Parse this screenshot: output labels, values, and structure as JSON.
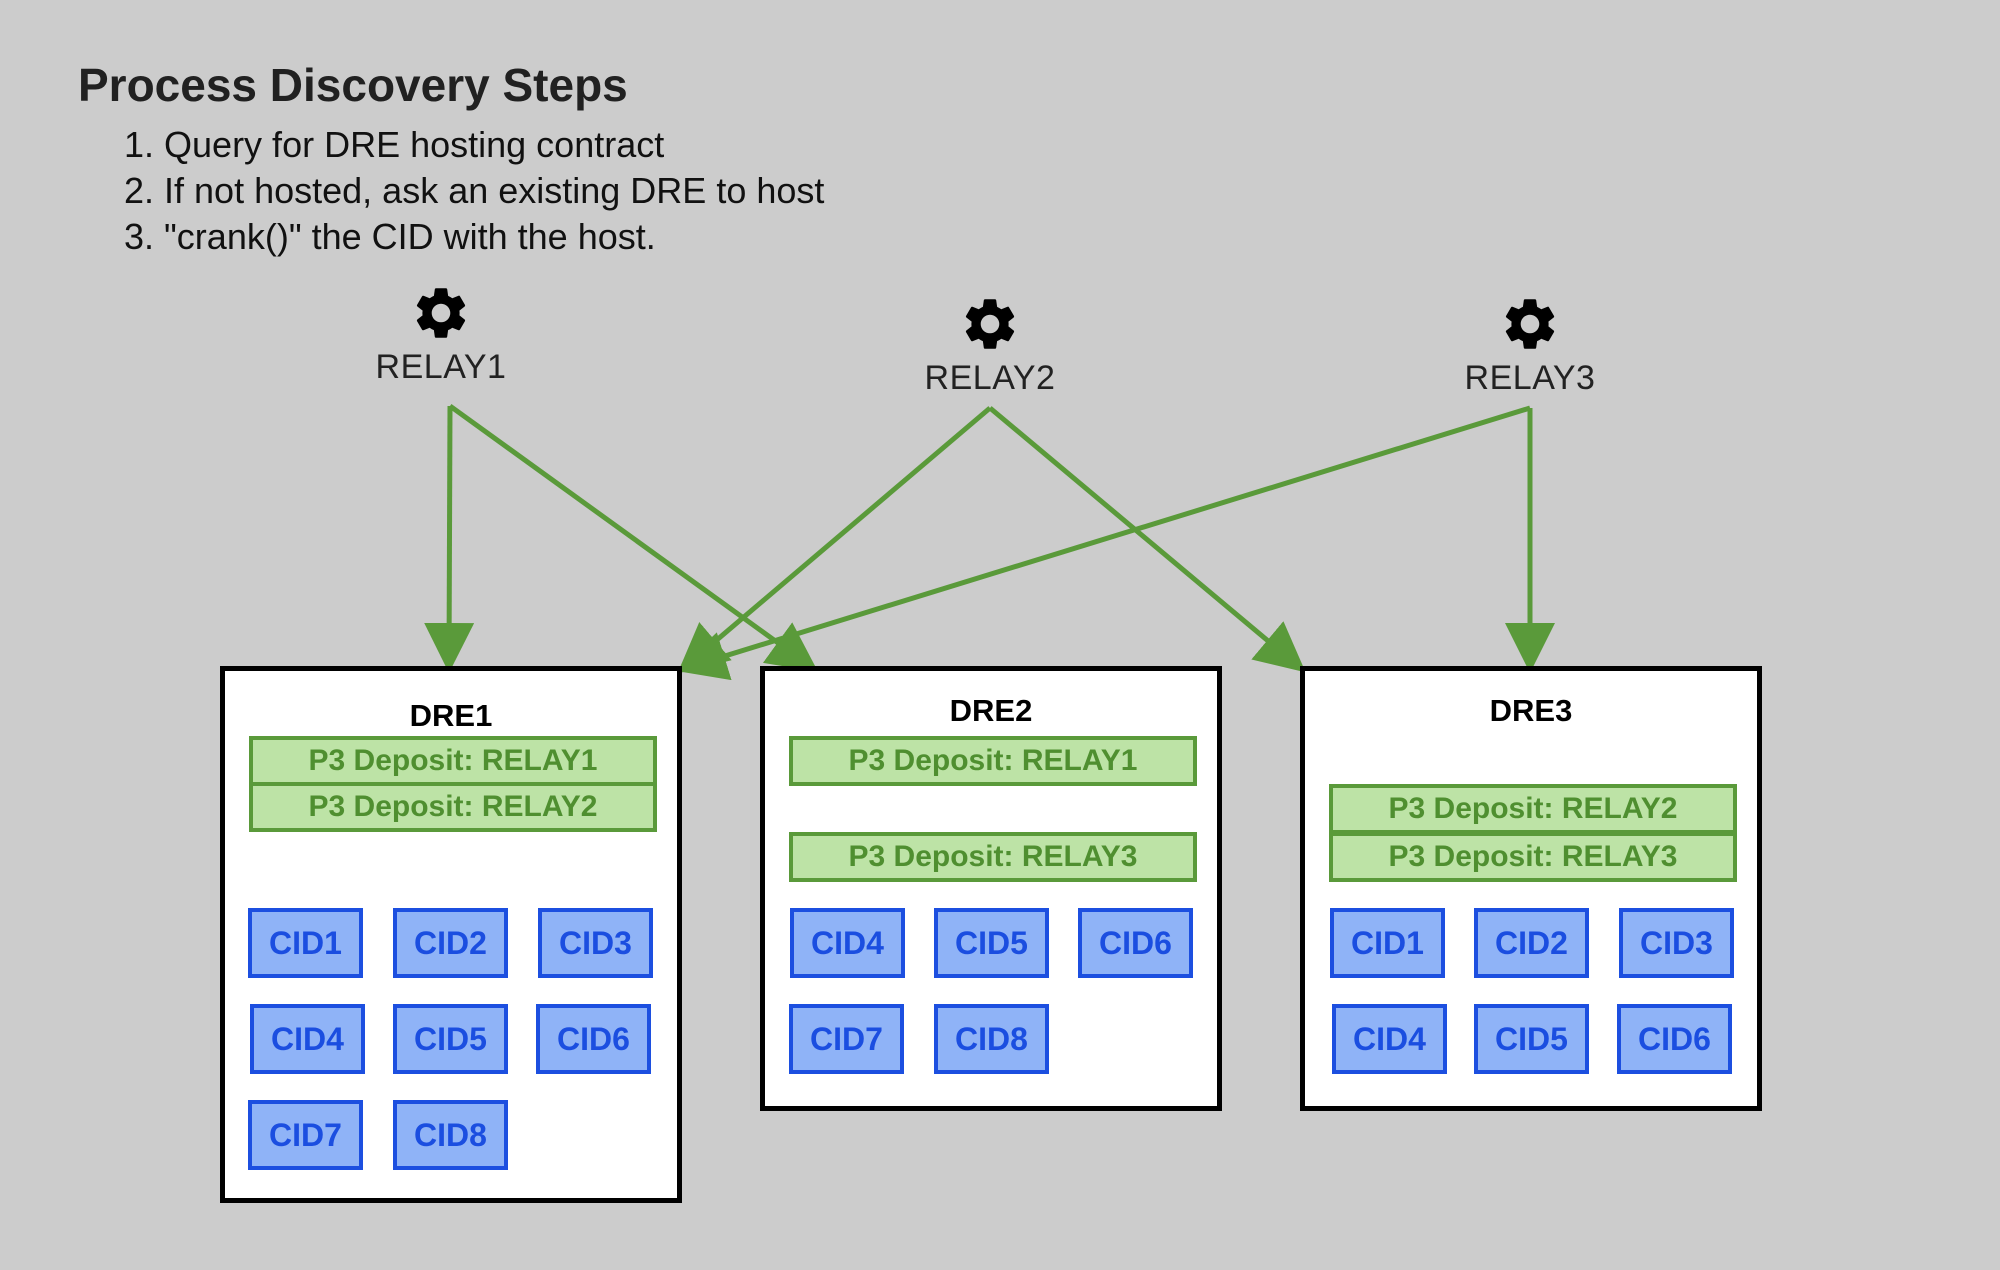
{
  "title": "Process Discovery Steps",
  "steps": [
    "1. Query for DRE hosting contract",
    "2. If not hosted, ask an existing DRE to host",
    "3. \"crank()\" the CID with the host."
  ],
  "relays": [
    {
      "label": "RELAY1",
      "icon": "gear-icon"
    },
    {
      "label": "RELAY2",
      "icon": "gear-icon"
    },
    {
      "label": "RELAY3",
      "icon": "gear-icon"
    }
  ],
  "dres": [
    {
      "title": "DRE1",
      "deposits": [
        "P3 Deposit: RELAY1",
        "P3 Deposit: RELAY2"
      ],
      "cids": [
        "CID1",
        "CID2",
        "CID3",
        "CID4",
        "CID5",
        "CID6",
        "CID7",
        "CID8"
      ]
    },
    {
      "title": "DRE2",
      "deposits": [
        "P3 Deposit: RELAY1",
        "P3 Deposit: RELAY3"
      ],
      "cids": [
        "CID4",
        "CID5",
        "CID6",
        "CID7",
        "CID8"
      ]
    },
    {
      "title": "DRE3",
      "deposits": [
        "P3 Deposit: RELAY2",
        "P3 Deposit: RELAY3"
      ],
      "cids": [
        "CID1",
        "CID2",
        "CID3",
        "CID4",
        "CID5",
        "CID6"
      ]
    }
  ],
  "connections": [
    {
      "from": "RELAY1",
      "to": "DRE1"
    },
    {
      "from": "RELAY1",
      "to": "DRE2"
    },
    {
      "from": "RELAY2",
      "to": "DRE1"
    },
    {
      "from": "RELAY2",
      "to": "DRE3"
    },
    {
      "from": "RELAY3",
      "to": "DRE1"
    },
    {
      "from": "RELAY3",
      "to": "DRE3"
    }
  ],
  "colors": {
    "background": "#cccccc",
    "arrow": "#5a9a3a",
    "deposit_fill": "#bde3a6",
    "deposit_text": "#4f8f30",
    "cid_fill": "#8fb3f7",
    "cid_border": "#1c4fe0"
  }
}
